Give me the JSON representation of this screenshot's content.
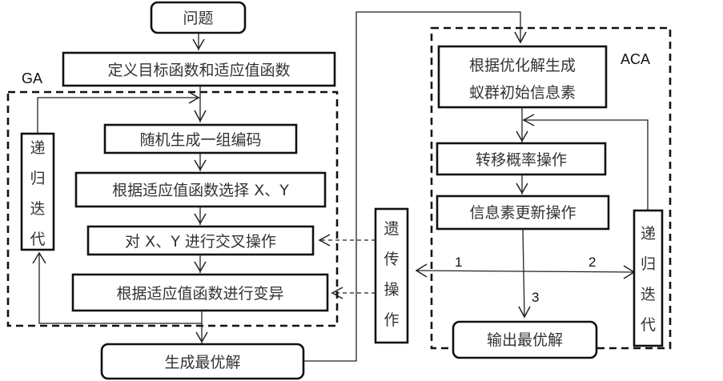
{
  "diagram": {
    "type": "flowchart",
    "regions": {
      "ga": {
        "label": "GA"
      },
      "aca": {
        "label": "ACA"
      }
    },
    "nodes": {
      "problem": "问题",
      "define_functions": "定义目标函数和适应值函数",
      "random_encoding": "随机生成一组编码",
      "select_xy": "根据适应值函数选择 X、Y",
      "crossover": "对 X、Y 进行交叉操作",
      "mutation": "根据适应值函数进行变异",
      "generate_optimal": "生成最优解",
      "ga_recursion": [
        "递",
        "归",
        "迭",
        "代"
      ],
      "genetic_ops": [
        "遗",
        "传",
        "操",
        "作"
      ],
      "aca_init_line1": "根据优化解生成",
      "aca_init_line2": "蚁群初始信息素",
      "transition_prob": "转移概率操作",
      "pheromone_update": "信息素更新操作",
      "aca_recursion": [
        "递",
        "归",
        "迭",
        "代"
      ],
      "output_optimal": "输出最优解"
    },
    "branch_labels": {
      "b1": "1",
      "b2": "2",
      "b3": "3"
    },
    "edges": [
      {
        "from": "问题",
        "to": "定义目标函数和适应值函数"
      },
      {
        "from": "定义目标函数和适应值函数",
        "to": "随机生成一组编码"
      },
      {
        "from": "随机生成一组编码",
        "to": "根据适应值函数选择 X、Y"
      },
      {
        "from": "根据适应值函数选择 X、Y",
        "to": "对 X、Y 进行交叉操作"
      },
      {
        "from": "对 X、Y 进行交叉操作",
        "to": "根据适应值函数进行变异"
      },
      {
        "from": "根据适应值函数进行变异",
        "to": "生成最优解"
      },
      {
        "from": "根据适应值函数进行变异",
        "to": "递归迭代 (GA)"
      },
      {
        "from": "递归迭代 (GA)",
        "to": "随机生成一组编码"
      },
      {
        "from": "生成最优解",
        "to": "根据优化解生成蚁群初始信息素"
      },
      {
        "from": "根据优化解生成蚁群初始信息素",
        "to": "转移概率操作"
      },
      {
        "from": "转移概率操作",
        "to": "信息素更新操作"
      },
      {
        "from": "信息素更新操作",
        "to": "遗传操作",
        "label": "1"
      },
      {
        "from": "信息素更新操作",
        "to": "递归迭代 (ACA)",
        "label": "2"
      },
      {
        "from": "信息素更新操作",
        "to": "输出最优解",
        "label": "3"
      },
      {
        "from": "递归迭代 (ACA)",
        "to": "转移概率操作"
      },
      {
        "from": "遗传操作",
        "to": "对 X、Y 进行交叉操作",
        "style": "dashed"
      },
      {
        "from": "遗传操作",
        "to": "根据适应值函数进行变异",
        "style": "dashed"
      }
    ]
  }
}
